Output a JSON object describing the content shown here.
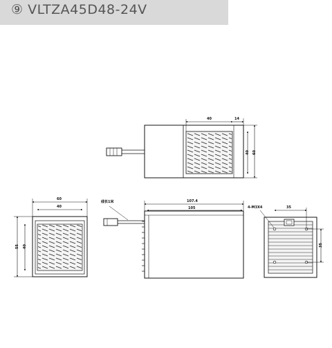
{
  "header": {
    "title": "⑨ VLTZA45D48-24V"
  },
  "dims": {
    "top_width_inner": "40",
    "top_width_right": "14",
    "top_height_inner": "40",
    "top_height_outer": "60",
    "left_width_outer": "60",
    "left_width_inner": "40",
    "left_height_outer": "55",
    "left_height_inner": "40",
    "wire_label": "线长1米",
    "side_length_outer": "107.4",
    "side_length_inner": "105",
    "holes_label": "4-M3X4",
    "right_width": "35",
    "right_height": "35"
  },
  "colors": {
    "line": "#111111",
    "header_bg": "#d9d9d9",
    "header_text": "#555555"
  }
}
